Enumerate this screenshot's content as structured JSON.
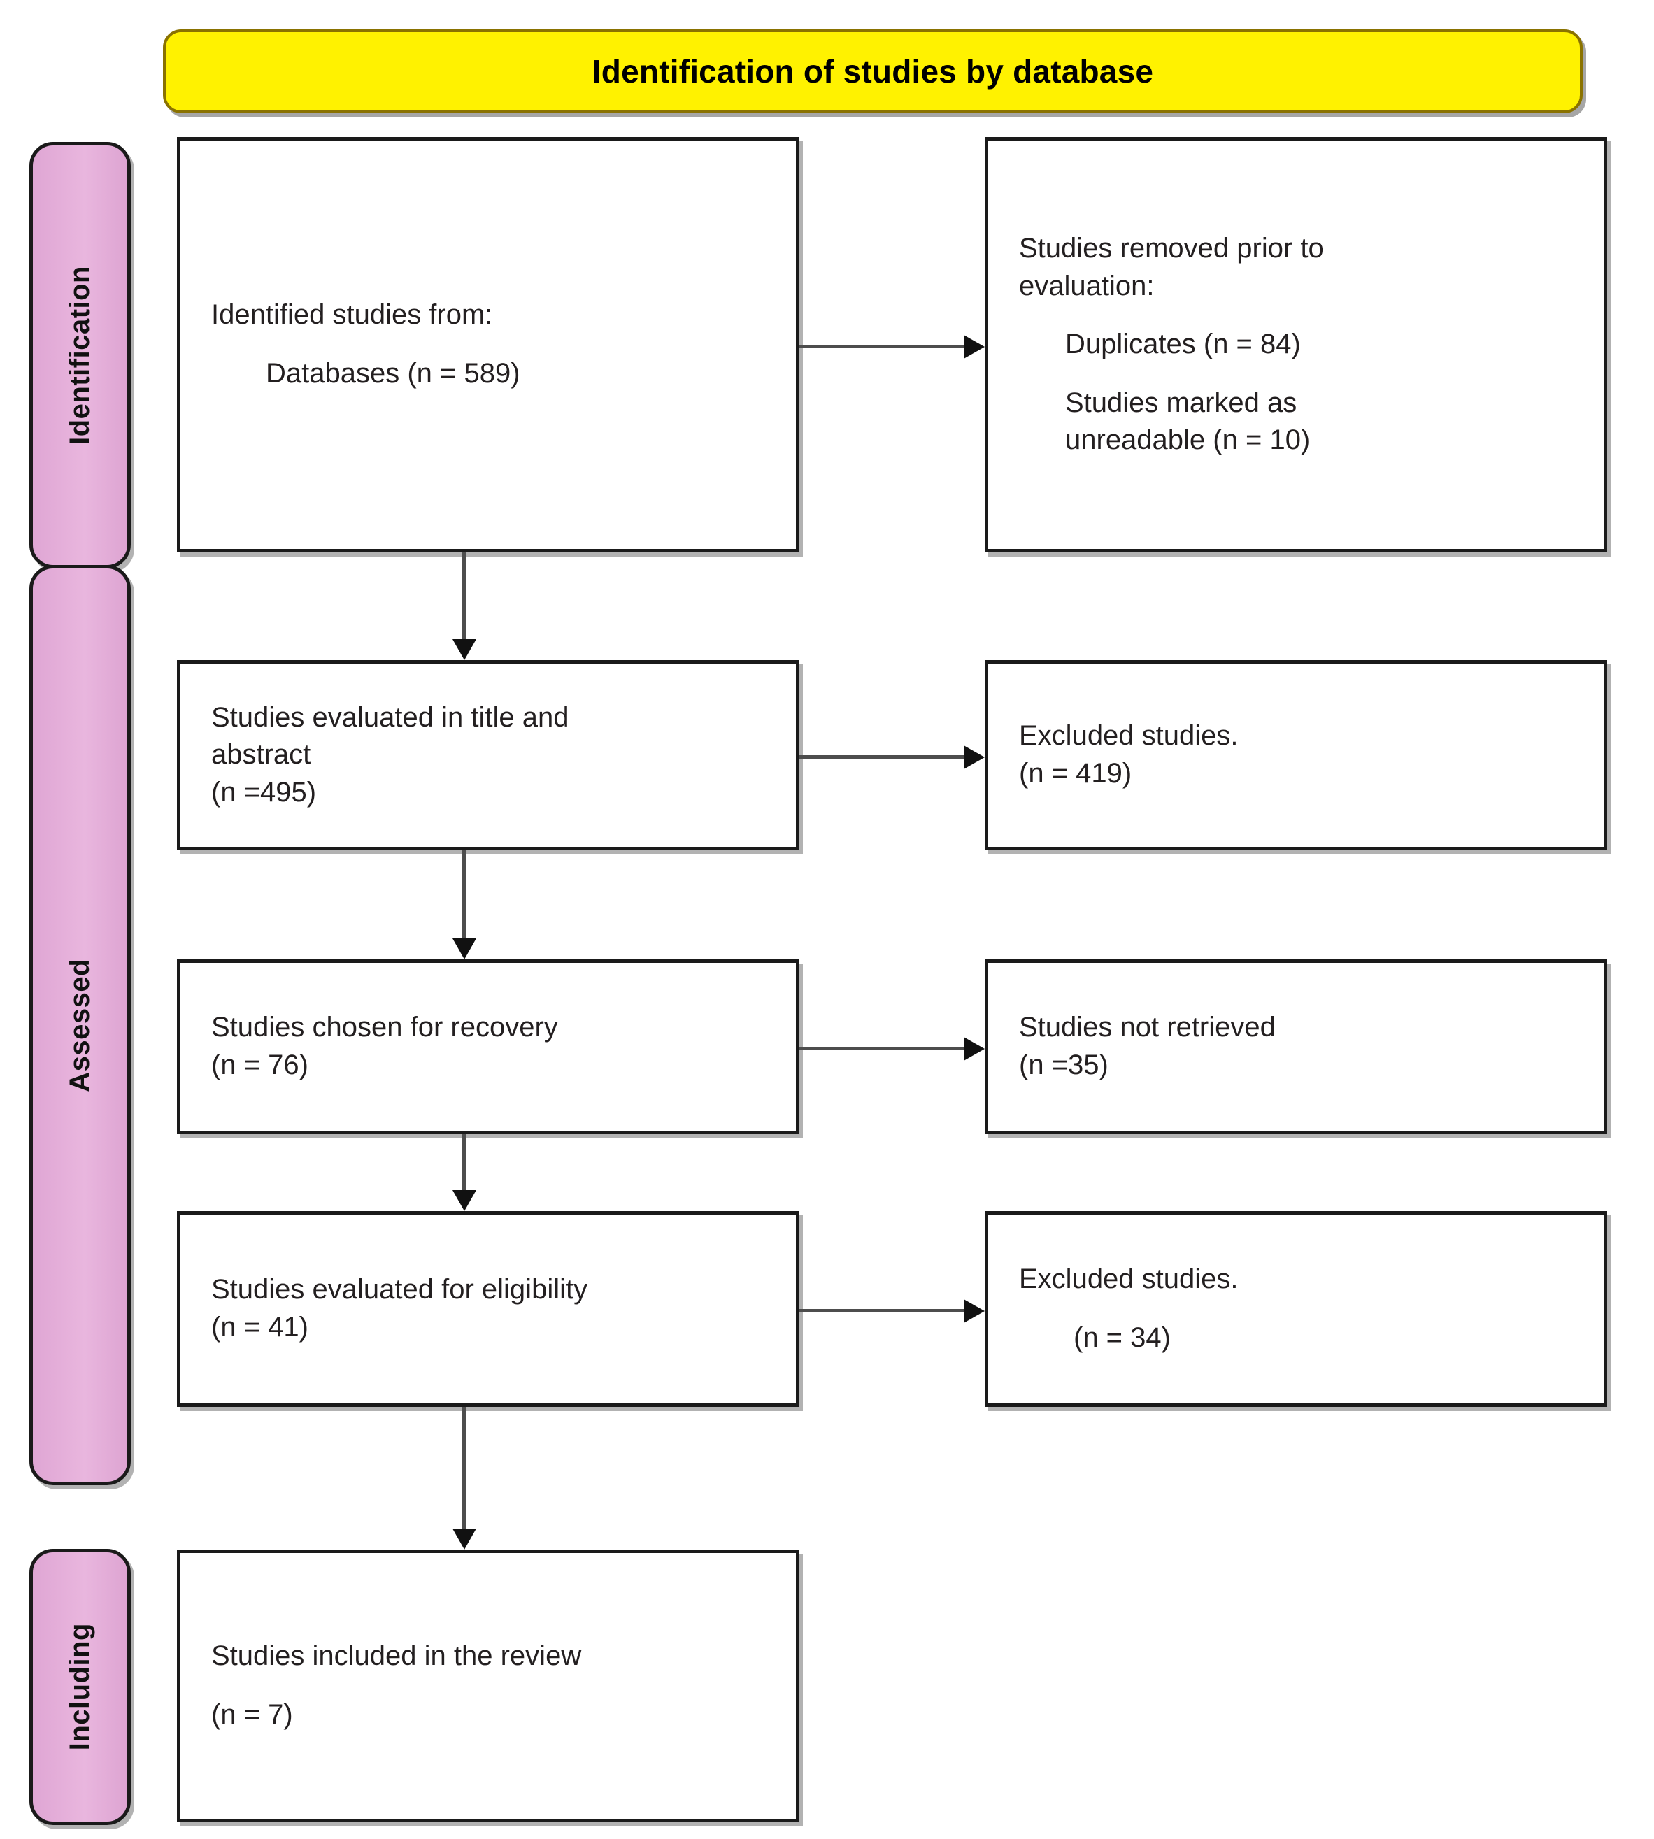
{
  "banner": {
    "title": "Identification of studies by database",
    "bg_color": "#fff200",
    "border_color": "#8a7200"
  },
  "sidebar": {
    "bg_color": "#e3aad6",
    "items": [
      {
        "label": "Identification"
      },
      {
        "label": "Assessed"
      },
      {
        "label": "Including"
      }
    ]
  },
  "flow": {
    "identified": {
      "line1": "Identified studies from:",
      "line2": "Databases (n = 589)"
    },
    "removed": {
      "line1": "Studies removed prior to\nevaluation:",
      "line2": "Duplicates (n = 84)",
      "line3": "Studies marked as\nunreadable (n = 10)"
    },
    "title_abstract": {
      "text": "Studies evaluated in title and\nabstract\n(n =495)"
    },
    "excluded_title_abstract": {
      "text": "Excluded studies.\n(n = 419)"
    },
    "recovery": {
      "text": "Studies chosen for recovery\n(n = 76)"
    },
    "not_retrieved": {
      "text": "Studies not retrieved\n(n =35)"
    },
    "eligibility": {
      "text": "Studies evaluated for eligibility\n(n = 41)"
    },
    "excluded_eligibility": {
      "line1": "Excluded studies.",
      "line2": "(n = 34)"
    },
    "included": {
      "line1": "Studies included in the review",
      "line2": "(n = 7)"
    }
  }
}
